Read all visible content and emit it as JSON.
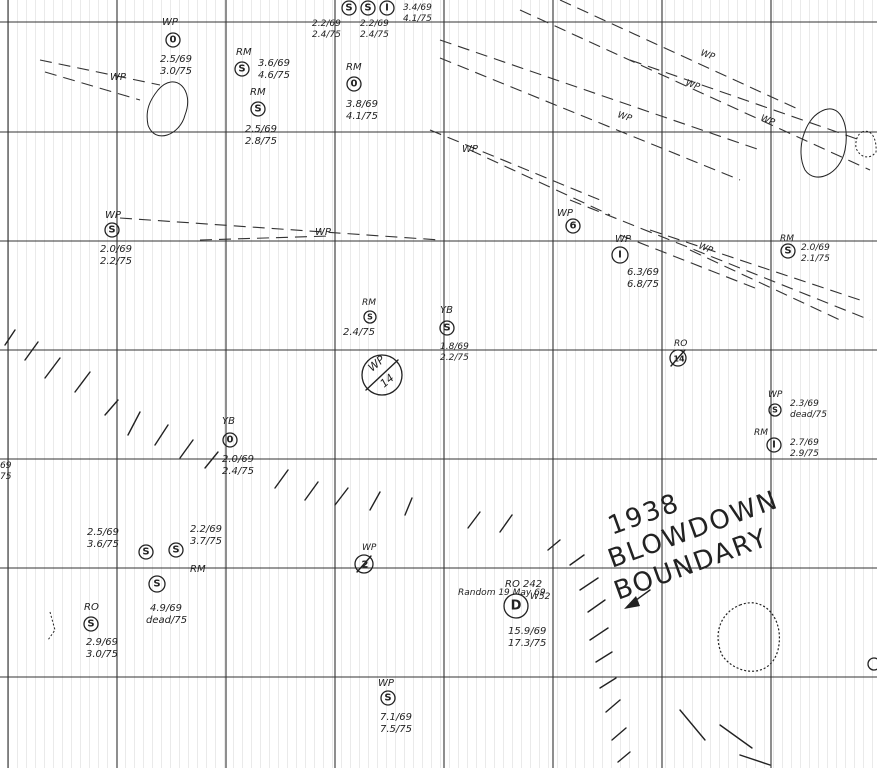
{
  "blowdown_label": [
    "1938",
    "BLOWDOWN",
    "BOUNDARY"
  ],
  "line_labels": {
    "wp_upper_left": "WP",
    "wp_left_dashed": "WP",
    "wp_mid_dashed": "WP",
    "wp_right_1": "WP",
    "wp_right_2": "WP",
    "wp_right_3": "WP",
    "wp_right_4": "WP",
    "wp_right_5": "WP"
  },
  "trees": [
    {
      "species": "WP",
      "symbol": "0",
      "m1": "2.5/69",
      "m2": "3.0/75"
    },
    {
      "species": "RM",
      "symbol": "S",
      "m1": "3.6/69",
      "m2": "4.6/75"
    },
    {
      "species": "RM",
      "symbol": "S",
      "m1": "2.5/69",
      "m2": "2.8/75"
    },
    {
      "species": "",
      "symbol": "S",
      "m1": "2.2/69",
      "m2": "2.4/75"
    },
    {
      "species": "",
      "symbol": "S",
      "m1": "2.2/69",
      "m2": "2.4/75"
    },
    {
      "species": "",
      "symbol": "I",
      "m1": "3.4/69",
      "m2": "4.1/75"
    },
    {
      "species": "RM",
      "symbol": "0",
      "m1": "3.8/69",
      "m2": "4.1/75"
    },
    {
      "species": "WP",
      "symbol": "S",
      "m1": "2.0/69",
      "m2": "2.2/75"
    },
    {
      "species": "WP",
      "symbol": "6",
      "m1": "",
      "m2": ""
    },
    {
      "species": "WP",
      "symbol": "I",
      "m1": "6.3/69",
      "m2": "6.8/75"
    },
    {
      "species": "RM",
      "symbol": "S",
      "m1": "2.0/69",
      "m2": "2.1/75"
    },
    {
      "species": "RM",
      "symbol": "S",
      "m1": "2.4/75",
      "m2": ""
    },
    {
      "species": "YB",
      "symbol": "S",
      "m1": "1.8/69",
      "m2": "2.2/75"
    },
    {
      "species": "WP",
      "symbol": "14",
      "m1": "",
      "m2": ""
    },
    {
      "species": "RO",
      "symbol": "14",
      "m1": "",
      "m2": ""
    },
    {
      "species": "WP",
      "symbol": "S",
      "m1": "2.3/69",
      "m2": "dead/75"
    },
    {
      "species": "RM",
      "symbol": "I",
      "m1": "2.7/69",
      "m2": "2.9/75"
    },
    {
      "species": "YB",
      "symbol": "0",
      "m1": "2.0/69",
      "m2": "2.4/75"
    },
    {
      "species": "",
      "symbol": "S",
      "m1": "2.5/69",
      "m2": "3.6/75"
    },
    {
      "species": "",
      "symbol": "S",
      "m1": "2.2/69",
      "m2": "3.7/75"
    },
    {
      "species": "RM",
      "symbol": "S",
      "m1": "4.9/69",
      "m2": "dead/75"
    },
    {
      "species": "RO",
      "symbol": "S",
      "m1": "2.9/69",
      "m2": "3.0/75"
    },
    {
      "species": "WP",
      "symbol": "2",
      "m1": "",
      "m2": ""
    },
    {
      "species": "RO 242",
      "symbol": "D",
      "m1": "15.9/69",
      "m2": "17.3/75",
      "extra": "W52",
      "note": "Random 19 May 69"
    },
    {
      "species": "WP",
      "symbol": "S",
      "m1": "7.1/69",
      "m2": "7.5/75"
    },
    {
      "species": "",
      "symbol": "",
      "m1": "69",
      "m2": "75"
    }
  ]
}
